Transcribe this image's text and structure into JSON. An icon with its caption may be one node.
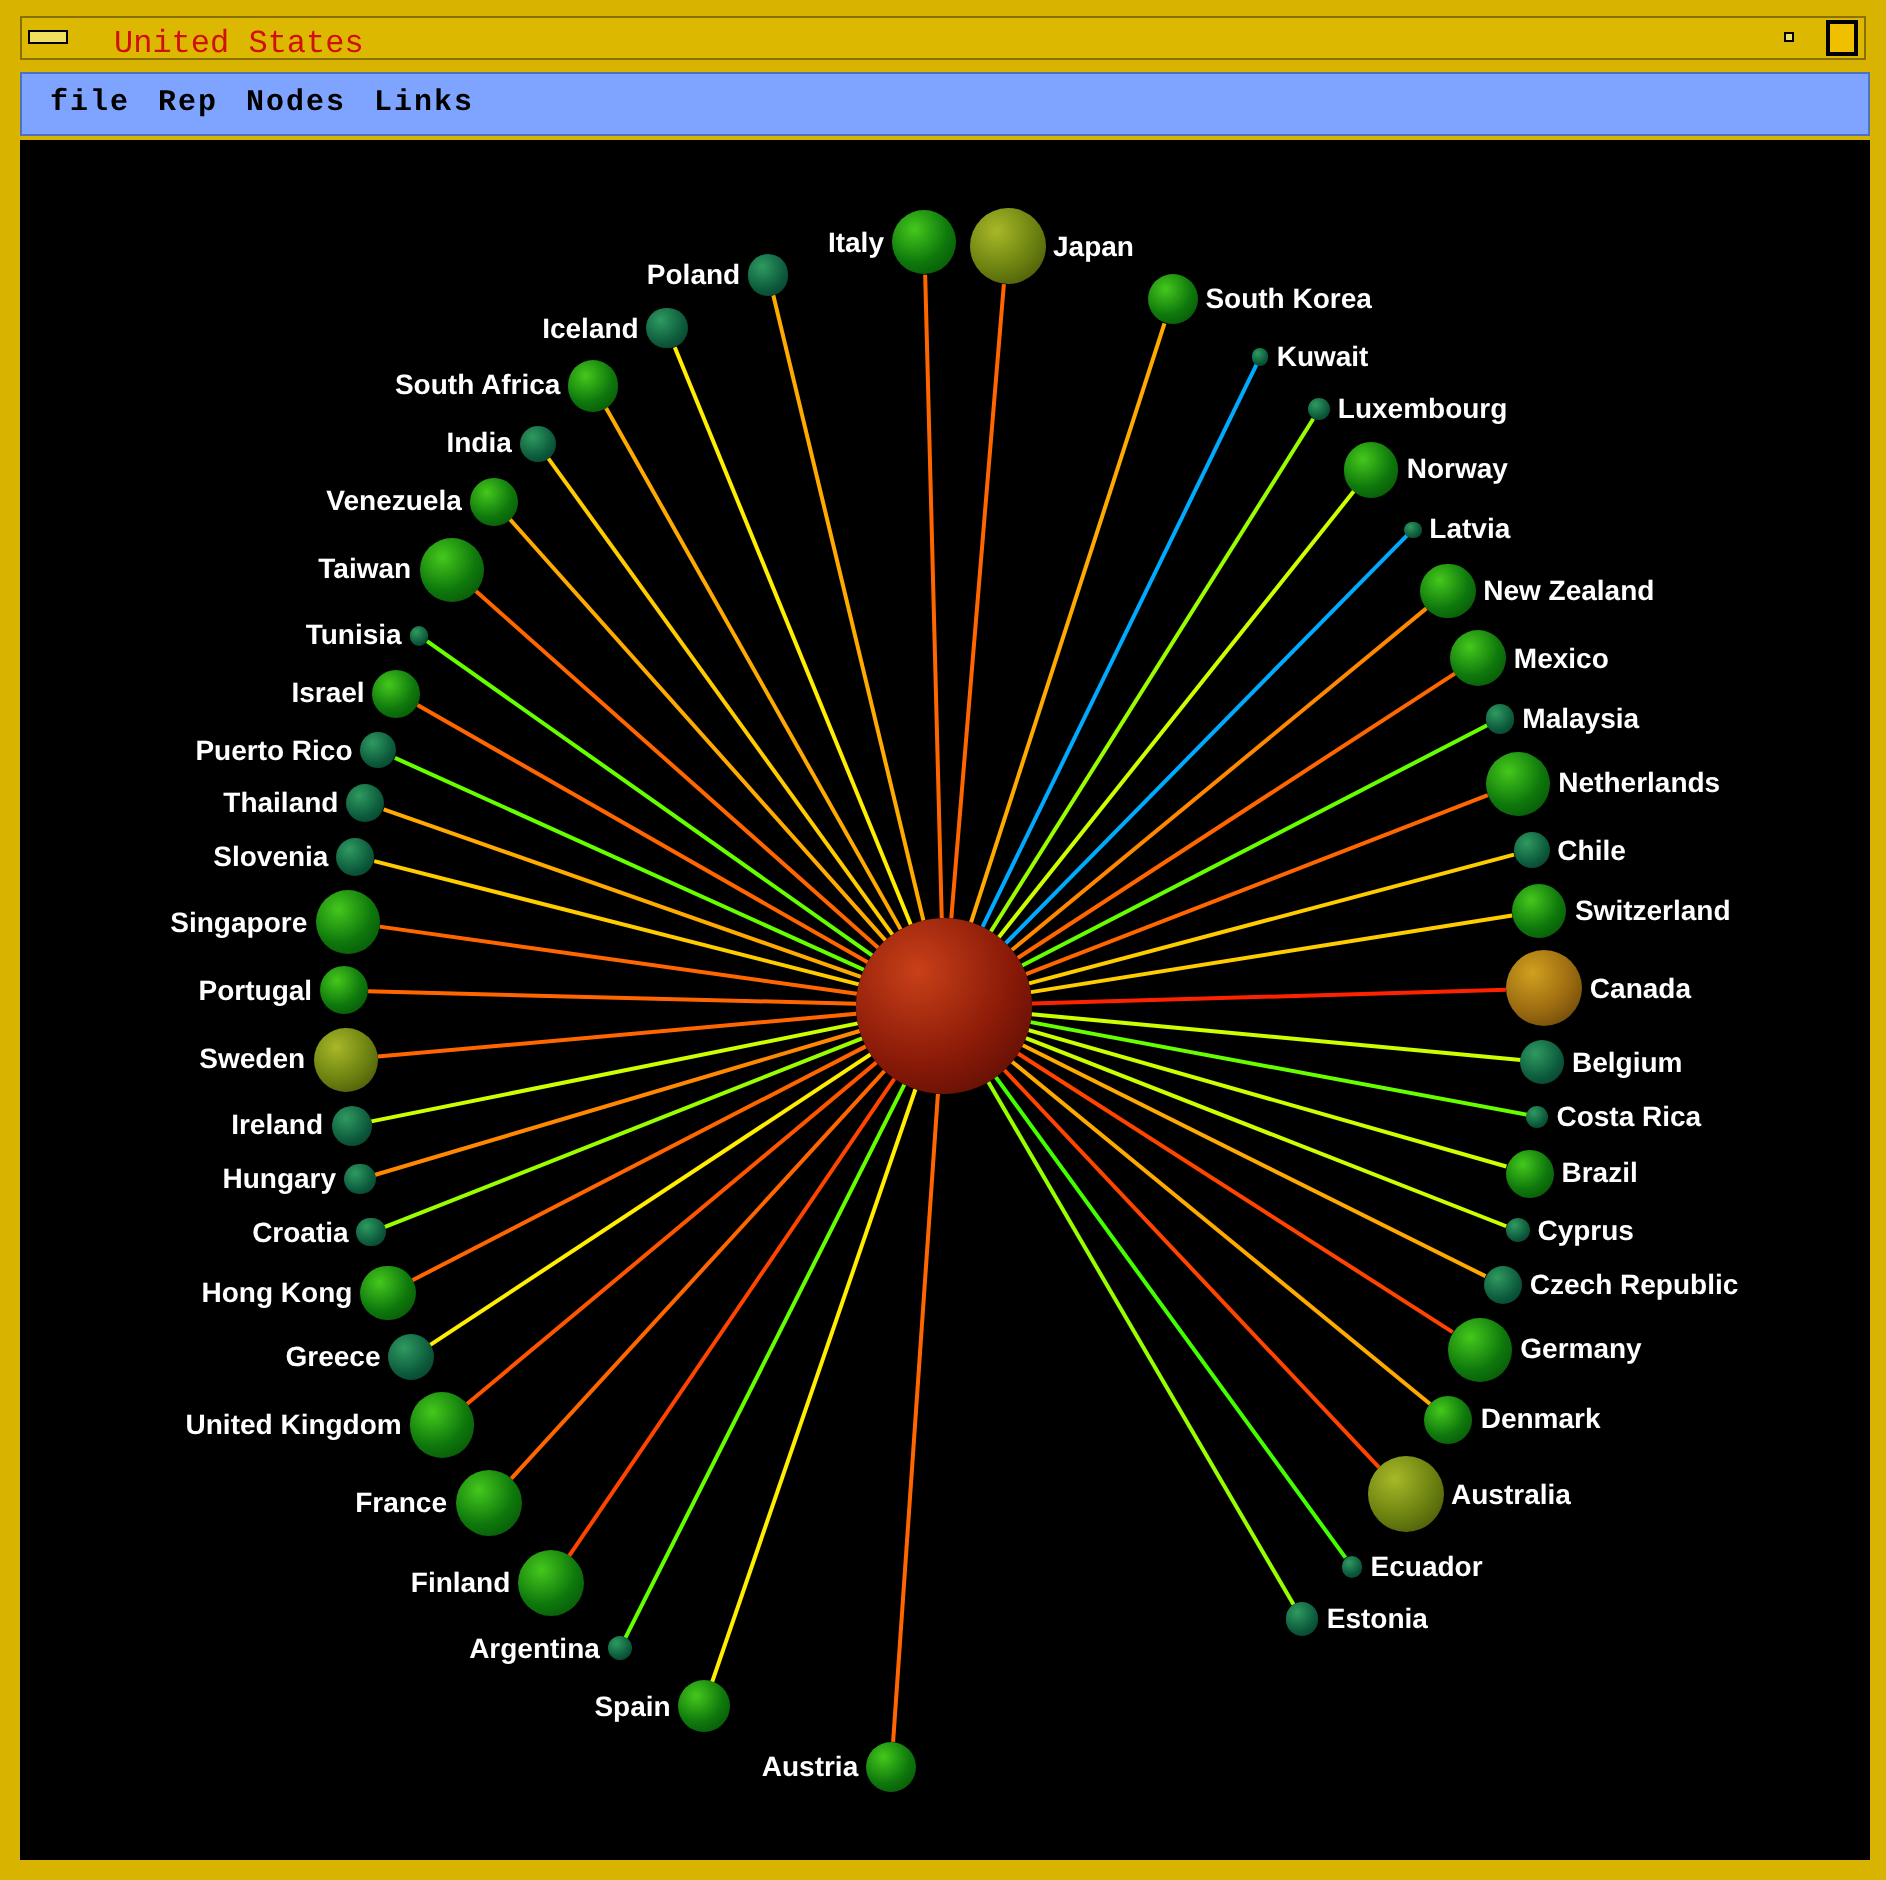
{
  "diagram": {
    "title": "United States",
    "nodes": [
      {
        "text": [],
        "shape": "circle"
      },
      {
        "text": [
          "South Africa"
        ]
      },
      {
        "text": [
          "Venezuela"
        ]
      },
      {
        "text": [
          "Taiwan"
        ]
      },
      {
        "text": [
          "Tunisia"
        ]
      },
      {
        "text": [
          "Thailand"
        ]
      },
      {
        "text": [
          "Slovenia"
        ]
      },
      {
        "text": [
          "Singapore"
        ]
      },
      {
        "text": [
          "India"
        ]
      },
      {
        "text": [
          "Israel"
        ]
      },
      {
        "text": [
          "Sweden"
        ]
      },
      {
        "text": [
          "Ireland"
        ]
      },
      {
        "text": [
          "Portugal"
        ]
      },
      {
        "text": [
          "Puerto Rico"
        ]
      },
      {
        "text": [
          "Iceland"
        ]
      },
      {
        "text": [
          "Italy"
        ]
      },
      {
        "text": [
          "Japan"
        ]
      },
      {
        "text": [
          "Poland"
        ]
      },
      {
        "text": [
          "South Korea"
        ]
      },
      {
        "text": [
          "Kuwait"
        ]
      },
      {
        "text": [
          "Luxembourg"
        ]
      },
      {
        "text": [
          "Latvia"
        ]
      },
      {
        "text": [
          "Mexico"
        ]
      },
      {
        "text": [
          "Malaysia"
        ]
      },
      {
        "text": [
          "Netherlands"
        ]
      },
      {
        "text": [
          "Norway"
        ]
      },
      {
        "text": [
          "New Zealand"
        ]
      },
      {
        "text": [
          "Hungary"
        ]
      },
      {
        "text": [
          "Croatia"
        ]
      },
      {
        "text": [
          "Hong Kong"
        ]
      },
      {
        "text": [
          "Greece"
        ]
      },
      {
        "text": [
          "United Kingdom"
        ]
      },
      {
        "text": [
          "France"
        ]
      },
      {
        "text": [
          "Finland"
        ]
      },
      {
        "text": [
          "Argentina"
        ]
      },
      {
        "text": [
          "Spain"
        ]
      },
      {
        "text": [
          "Austria"
        ]
      },
      {
        "text": [
          "Estonia"
        ]
      },
      {
        "text": [
          "Australia"
        ]
      },
      {
        "text": [
          "Ecuador"
        ]
      },
      {
        "text": [
          "Belgium"
        ]
      },
      {
        "text": [
          "Denmark"
        ]
      },
      {
        "text": [
          "Brazil"
        ]
      },
      {
        "text": [
          "Canada"
        ]
      },
      {
        "text": [
          "Germany"
        ]
      },
      {
        "text": [
          "Switzerland"
        ]
      },
      {
        "text": [
          "Chile"
        ]
      },
      {
        "text": [
          "Costa Rica"
        ]
      },
      {
        "text": [
          "Cyprus"
        ]
      },
      {
        "text": [
          "Czech Republic"
        ]
      }
    ],
    "edges": [
      {
        "from": 0,
        "to": 1,
        "arrow": "none",
        "color": "#ffaa00"
      },
      {
        "from": 0,
        "to": 2,
        "arrow": "none",
        "color": "#ffaa00"
      },
      {
        "from": 0,
        "to": 3,
        "arrow": "none",
        "color": "#ff6600"
      },
      {
        "from": 0,
        "to": 4,
        "arrow": "none",
        "color": "#66ff00"
      },
      {
        "from": 0,
        "to": 5,
        "arrow": "none",
        "color": "#ffaa00"
      },
      {
        "from": 0,
        "to": 6,
        "arrow": "none",
        "color": "#ffcc00"
      },
      {
        "from": 0,
        "to": 7,
        "arrow": "none",
        "color": "#ff6600"
      },
      {
        "from": 0,
        "to": 8,
        "arrow": "none",
        "color": "#ffcc00"
      },
      {
        "from": 0,
        "to": 9,
        "arrow": "none",
        "color": "#ff6600"
      },
      {
        "from": 0,
        "to": 10,
        "arrow": "none",
        "color": "#ff6600"
      },
      {
        "from": 0,
        "to": 11,
        "arrow": "none",
        "color": "#ccff00"
      },
      {
        "from": 0,
        "to": 12,
        "arrow": "none",
        "color": "#ff6600"
      },
      {
        "from": 0,
        "to": 13,
        "arrow": "none",
        "color": "#66ff00"
      },
      {
        "from": 0,
        "to": 14,
        "arrow": "none",
        "color": "#ffee00"
      },
      {
        "from": 0,
        "to": 15,
        "arrow": "none",
        "color": "#ff6600"
      },
      {
        "from": 0,
        "to": 16,
        "arrow": "none",
        "color": "#ff6600"
      },
      {
        "from": 0,
        "to": 17,
        "arrow": "none",
        "color": "#ffaa00"
      },
      {
        "from": 0,
        "to": 18,
        "arrow": "none",
        "color": "#ffaa00"
      },
      {
        "from": 0,
        "to": 19,
        "arrow": "none",
        "color": "#00aaff"
      },
      {
        "from": 0,
        "to": 20,
        "arrow": "none",
        "color": "#99ff00"
      },
      {
        "from": 0,
        "to": 21,
        "arrow": "none",
        "color": "#00aaff"
      },
      {
        "from": 0,
        "to": 22,
        "arrow": "none",
        "color": "#ff6600"
      },
      {
        "from": 0,
        "to": 23,
        "arrow": "none",
        "color": "#66ff00"
      },
      {
        "from": 0,
        "to": 24,
        "arrow": "none",
        "color": "#ff6600"
      },
      {
        "from": 0,
        "to": 25,
        "arrow": "none",
        "color": "#ccff00"
      },
      {
        "from": 0,
        "to": 26,
        "arrow": "none",
        "color": "#ff8800"
      },
      {
        "from": 0,
        "to": 27,
        "arrow": "none",
        "color": "#ff8800"
      },
      {
        "from": 0,
        "to": 28,
        "arrow": "none",
        "color": "#99ff00"
      },
      {
        "from": 0,
        "to": 29,
        "arrow": "none",
        "color": "#ff6600"
      },
      {
        "from": 0,
        "to": 30,
        "arrow": "none",
        "color": "#ffee00"
      },
      {
        "from": 0,
        "to": 31,
        "arrow": "none",
        "color": "#ff5500"
      },
      {
        "from": 0,
        "to": 32,
        "arrow": "none",
        "color": "#ff6600"
      },
      {
        "from": 0,
        "to": 33,
        "arrow": "none",
        "color": "#ff4400"
      },
      {
        "from": 0,
        "to": 34,
        "arrow": "none",
        "color": "#66ff00"
      },
      {
        "from": 0,
        "to": 35,
        "arrow": "none",
        "color": "#ffee00"
      },
      {
        "from": 0,
        "to": 36,
        "arrow": "none",
        "color": "#ff6600"
      },
      {
        "from": 0,
        "to": 37,
        "arrow": "none",
        "color": "#99ff00"
      },
      {
        "from": 0,
        "to": 38,
        "arrow": "none",
        "color": "#ff4400"
      },
      {
        "from": 0,
        "to": 39,
        "arrow": "none",
        "color": "#44ff00"
      },
      {
        "from": 0,
        "to": 40,
        "arrow": "none",
        "color": "#ccff00"
      },
      {
        "from": 0,
        "to": 41,
        "arrow": "none",
        "color": "#ffaa00"
      },
      {
        "from": 0,
        "to": 42,
        "arrow": "none",
        "color": "#ccff00"
      },
      {
        "from": 0,
        "to": 43,
        "arrow": "none",
        "color": "#ff2200"
      },
      {
        "from": 0,
        "to": 44,
        "arrow": "none",
        "color": "#ff4400"
      },
      {
        "from": 0,
        "to": 45,
        "arrow": "none",
        "color": "#ffcc00"
      },
      {
        "from": 0,
        "to": 46,
        "arrow": "none",
        "color": "#ffcc00"
      },
      {
        "from": 0,
        "to": 47,
        "arrow": "none",
        "color": "#66ff00"
      },
      {
        "from": 0,
        "to": 48,
        "arrow": "none",
        "color": "#ccff00"
      },
      {
        "from": 0,
        "to": 49,
        "arrow": "none",
        "color": "#ffaa00"
      }
    ],
    "labels": [
      "file",
      "Rep",
      "Nodes",
      "Links"
    ]
  }
}
